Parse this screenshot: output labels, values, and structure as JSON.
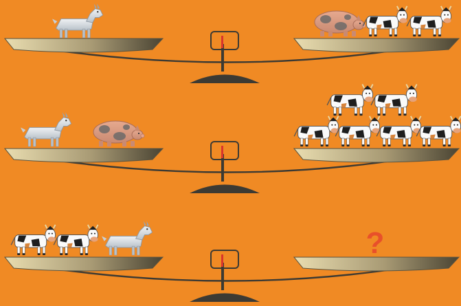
{
  "puzzle": {
    "rows": [
      {
        "left": [
          "goat"
        ],
        "right": [
          "pig",
          "cow",
          "cow"
        ]
      },
      {
        "left": [
          "goat",
          "pig"
        ],
        "right": [
          "cow",
          "cow",
          "cow",
          "cow",
          "cow",
          "cow"
        ]
      },
      {
        "left": [
          "cow",
          "cow",
          "goat"
        ],
        "right": []
      }
    ],
    "unknown_symbol": "?"
  },
  "colors": {
    "background": "#F08A24",
    "question_mark": "#E8502A",
    "pan_light": "#E9DDB0",
    "pan_dark": "#4A4433",
    "beam": "#3C3A33",
    "indicator_needle": "#D9342B"
  }
}
